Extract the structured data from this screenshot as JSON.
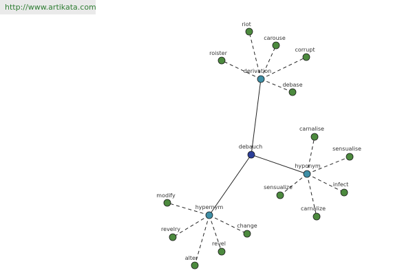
{
  "source": {
    "url": "http://www.artikata.com"
  },
  "colors": {
    "center": "#2c3f99",
    "hub": "#3f8fa6",
    "leaf": "#4c8a3e",
    "edge": "#222222",
    "label": "#333333"
  },
  "graph": {
    "center": {
      "id": "debauch",
      "label": "debauch"
    },
    "hubs": [
      {
        "id": "derivation",
        "label": "derivation",
        "leaves": [
          "riot",
          "carouse",
          "corrupt",
          "roister",
          "debase"
        ]
      },
      {
        "id": "hyponym",
        "label": "hyponym",
        "leaves": [
          "carnalise",
          "sensualise",
          "sensualize",
          "infect",
          "carnalize"
        ]
      },
      {
        "id": "hypernym",
        "label": "hypernym",
        "leaves": [
          "modify",
          "change",
          "revelry",
          "revel",
          "alter"
        ]
      }
    ]
  }
}
